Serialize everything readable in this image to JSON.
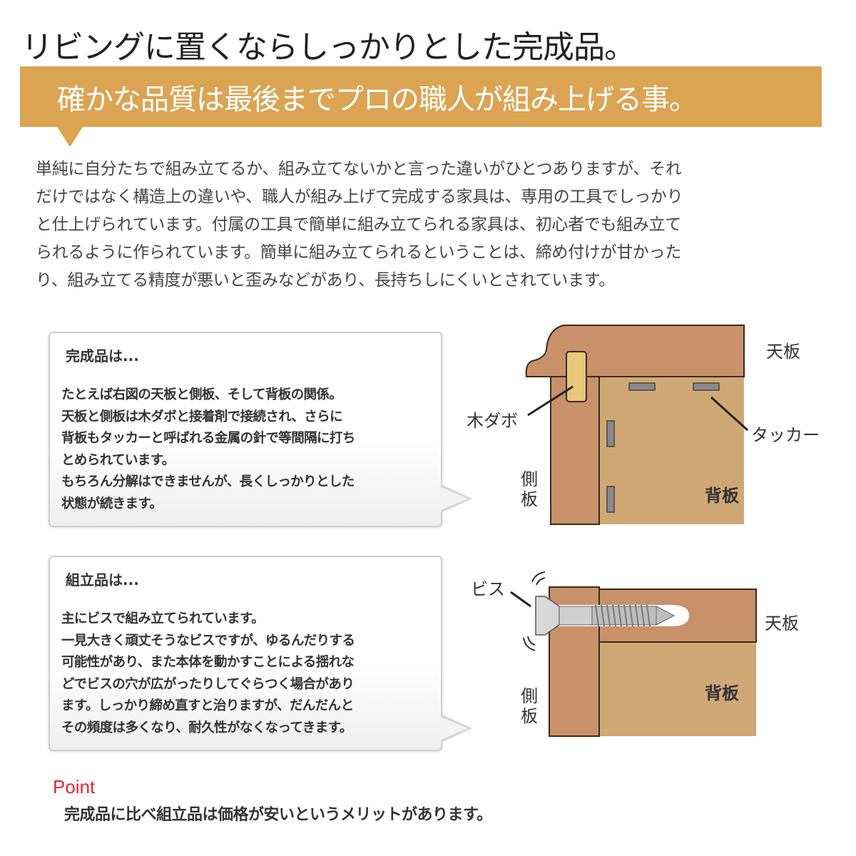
{
  "headline": "リビングに置くならしっかりとした完成品。",
  "banner": {
    "text": "確かな品質は最後までプロの職人が組み上げる事。",
    "color": "#dba453"
  },
  "intro": {
    "lines": [
      "単純に自分たちで組み立てるか、組み立てないかと言った違いがひとつありますが、それ",
      "だけではなく構造上の違いや、職人が組み上げて完成する家具は、専用の工具でしっかり",
      "と仕上げられています。付属の工具で簡単に組み立てられる家具は、初心者でも組み立て",
      "られるように作られています。簡単に組み立てられるということは、締め付けが甘かった",
      "り、組み立てる精度が悪いと歪みなどがあり、長持ちしにくいとされています。"
    ]
  },
  "finished": {
    "title": "完成品は...",
    "lines": [
      "たとえば右図の天板と側板、そして背板の関係。",
      "天板と側板は木ダボと接着剤で接続され、さらに",
      "背板もタッカーと呼ばれる金属の針で等間隔に打ち",
      "とめられています。",
      "もちろん分解はできませんが、長くしっかりとした",
      "状態が続きます。"
    ],
    "diagram": {
      "top_board": "天板",
      "side_board_chars": [
        "側",
        "板"
      ],
      "back_board": "背板",
      "dowel": "木ダボ",
      "tacker": "タッカー",
      "colors": {
        "top": "#c8916a",
        "side": "#c8916a",
        "back": "#cfa876",
        "dowel": "#e8c67a",
        "staple": "#8a8a8a"
      }
    }
  },
  "assembled": {
    "title": "組立品は...",
    "lines": [
      "主にビスで組み立てられています。",
      "一見大きく頑丈そうなビスですが、ゆるんだりする",
      "可能性があり、また本体を動かすことによる揺れな",
      "どでビスの穴が広がったりしてぐらつく場合があり",
      "ます。しっかり締め直すと治りますが、だんだんと",
      "その頻度は多くなり、耐久性がなくなってきます。"
    ],
    "diagram": {
      "screw": "ビス",
      "top_board": "天板",
      "side_board_chars": [
        "側",
        "板"
      ],
      "back_board": "背板"
    }
  },
  "point": {
    "label": "Point",
    "text": "完成品に比べ組立品は価格が安いというメリットがあります。",
    "label_color": "#e8262c"
  }
}
